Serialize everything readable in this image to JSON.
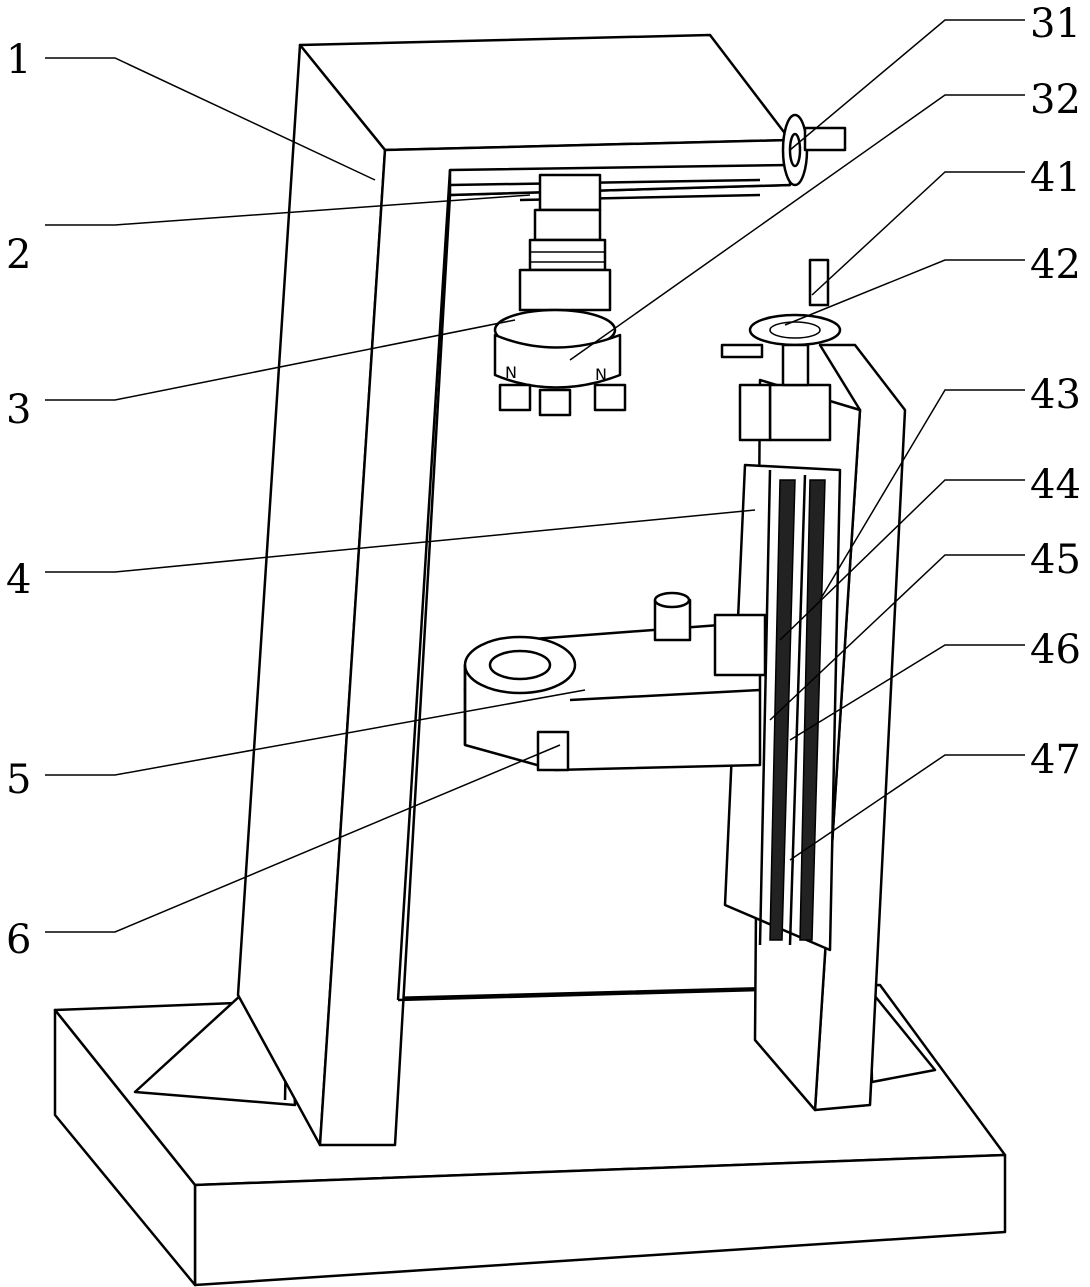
{
  "figure": {
    "labels": {
      "l1": "1",
      "l2": "2",
      "l3": "3",
      "l4": "4",
      "l5": "5",
      "l6": "6",
      "l31": "31",
      "l32": "32",
      "l41": "41",
      "l42": "42",
      "l43": "43",
      "l44": "44",
      "l45": "45",
      "l46": "46",
      "l47": "47"
    }
  }
}
